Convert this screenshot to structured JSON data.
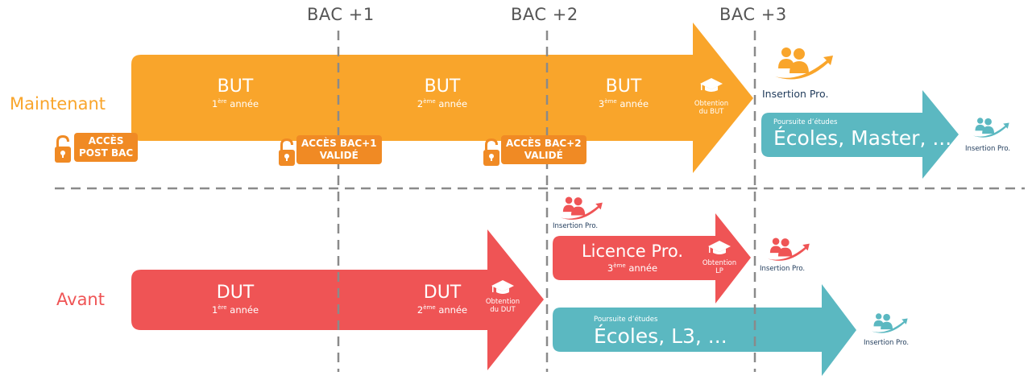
{
  "colors": {
    "orange": "#f9a52b",
    "badge_orange": "#f08a24",
    "red": "#ef5455",
    "teal": "#5bb8c1",
    "guide_gray": "#8a8a8a",
    "text_gray": "#555555",
    "navy": "#1f3a5a"
  },
  "columns": [
    {
      "label": "BAC +1"
    },
    {
      "label": "BAC +2"
    },
    {
      "label": "BAC +3"
    }
  ],
  "rows": {
    "now": {
      "label": "Maintenant",
      "years": [
        {
          "title": "BUT",
          "ordinal": "1",
          "sup": "ère",
          "suffix": "année"
        },
        {
          "title": "BUT",
          "ordinal": "2",
          "sup": "ème",
          "suffix": "année"
        },
        {
          "title": "BUT",
          "ordinal": "3",
          "sup": "ème",
          "suffix": "année"
        }
      ],
      "diploma": {
        "line1": "Obtention",
        "line2": "du BUT",
        "icon": "graduation-cap-icon"
      },
      "access_badges": [
        {
          "line1": "ACCÈS",
          "line2": "POST  BAC",
          "icon": "unlocked-padlock-icon"
        },
        {
          "line1": "ACCÈS BAC+1",
          "line2": "VALIDÉ",
          "icon": "unlocked-padlock-icon"
        },
        {
          "line1": "ACCÈS BAC+2",
          "line2": "VALIDÉ",
          "icon": "unlocked-padlock-icon"
        }
      ],
      "insertion_after_but": {
        "label": "Insertion Pro.",
        "icon": "professionals-growth-icon"
      },
      "further_studies": {
        "caption": "Poursuite d’études",
        "title": "Écoles, Master, ..."
      },
      "insertion_after_studies": {
        "label": "Insertion Pro.",
        "icon": "professionals-growth-icon"
      }
    },
    "before": {
      "label": "Avant",
      "years": [
        {
          "title": "DUT",
          "ordinal": "1",
          "sup": "ère",
          "suffix": "année"
        },
        {
          "title": "DUT",
          "ordinal": "2",
          "sup": "ème",
          "suffix": "année"
        }
      ],
      "diploma": {
        "line1": "Obtention",
        "line2": "du DUT",
        "icon": "graduation-cap-icon"
      },
      "insertion_after_dut": {
        "label": "Insertion Pro.",
        "icon": "professionals-growth-icon"
      },
      "licence_pro": {
        "title": "Licence Pro.",
        "ordinal": "3",
        "sup": "ème",
        "suffix": "année",
        "diploma": {
          "line1": "Obtention",
          "line2": "LP",
          "icon": "graduation-cap-icon"
        }
      },
      "insertion_after_lp": {
        "label": "Insertion Pro.",
        "icon": "professionals-growth-icon"
      },
      "further_studies": {
        "caption": "Poursuite d’études",
        "title": "Écoles, L3, ..."
      },
      "insertion_after_studies": {
        "label": "Insertion Pro.",
        "icon": "professionals-growth-icon"
      }
    }
  }
}
